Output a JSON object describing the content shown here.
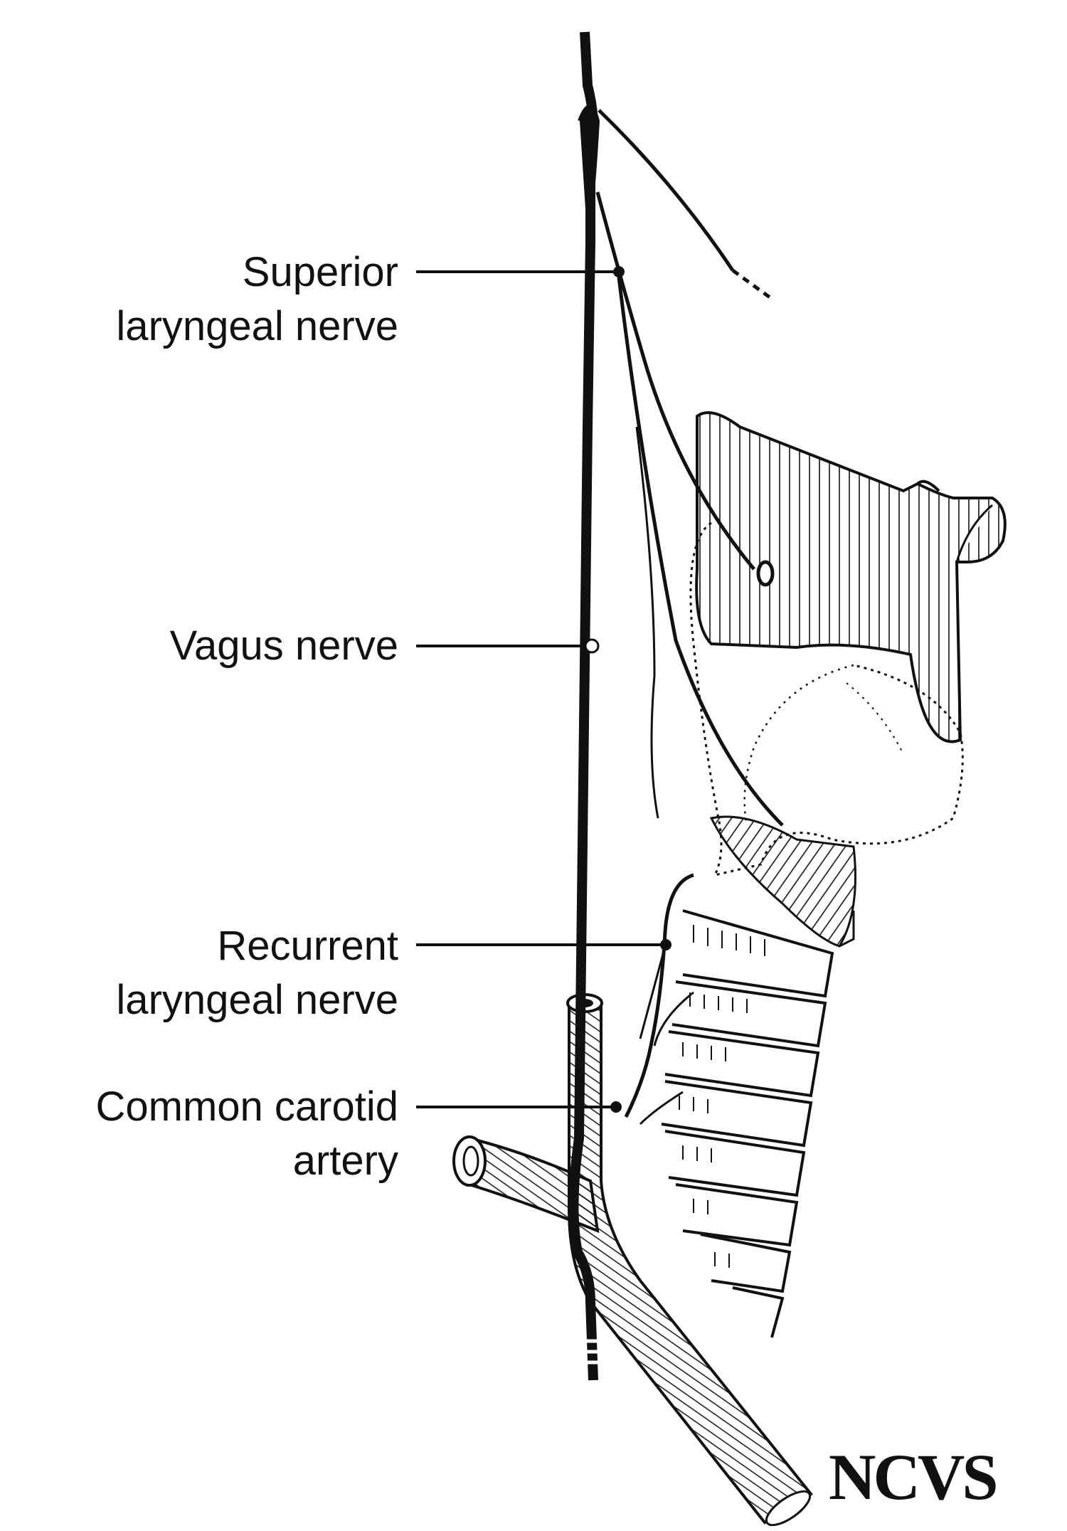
{
  "labels": {
    "superior_laryngeal_nerve": [
      "Superior",
      "laryngeal nerve"
    ],
    "vagus_nerve": [
      "Vagus nerve"
    ],
    "recurrent_laryngeal_nerve": [
      "Recurrent",
      "laryngeal nerve"
    ],
    "common_carotid_artery": [
      "Common carotid",
      "artery"
    ]
  },
  "logo": {
    "text": "NCVS"
  },
  "colors": {
    "ink": "#111111",
    "background": "#ffffff"
  }
}
